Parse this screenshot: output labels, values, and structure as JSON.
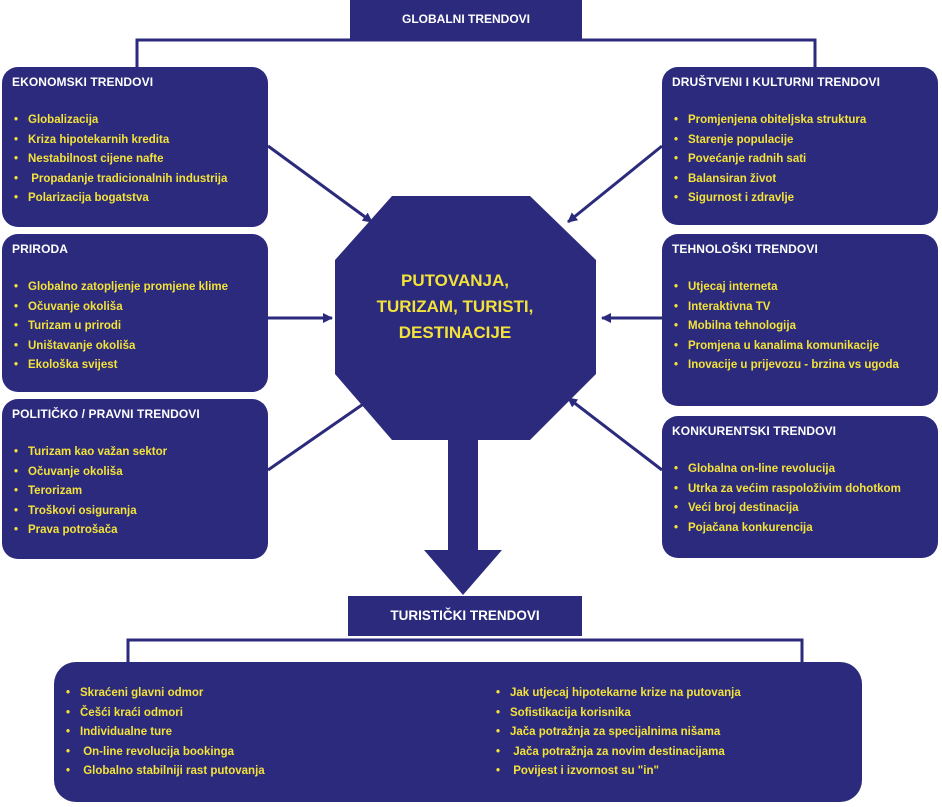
{
  "top_banner": "GLOBALNI TRENDOVI",
  "center": {
    "line1": "PUTOVANJA,",
    "line2": "TURIZAM, TURISTI,",
    "line3": "DESTINACIJE"
  },
  "boxes": {
    "ekonomski": {
      "title": "EKONOMSKI TRENDOVI",
      "items": [
        "Globalizacija",
        "Kriza hipotekarnih kredita",
        "Nestabilnost cijene nafte",
        " Propadanje tradicionalnih industrija",
        "Polarizacija bogatstva"
      ]
    },
    "priroda": {
      "title": "PRIRODA",
      "items": [
        "Globalno zatopljenje promjene klime",
        "Očuvanje okoliša",
        "Turizam u prirodi",
        "Uništavanje okoliša",
        "Ekološka svijest"
      ]
    },
    "politicko": {
      "title": "POLITIČKO / PRAVNI TRENDOVI",
      "items": [
        "Turizam kao važan sektor",
        "Očuvanje okoliša",
        "Terorizam",
        "Troškovi osiguranja",
        "Prava potrošača"
      ]
    },
    "drustveni": {
      "title": "DRUŠTVENI I KULTURNI TRENDOVI",
      "items": [
        "Promjenjena obiteljska struktura",
        "Starenje populacije",
        "Povećanje radnih sati",
        "Balansiran život",
        "Sigurnost i zdravlje"
      ]
    },
    "tehnoloski": {
      "title": "TEHNOLOŠKI TRENDOVI",
      "items": [
        "Utjecaj interneta",
        "Interaktivna TV",
        "Mobilna tehnologija",
        "Promjena u kanalima komunikacije",
        "Inovacije u prijevozu - brzina vs ugoda"
      ]
    },
    "konkurentski": {
      "title": "KONKURENTSKI TRENDOVI",
      "items": [
        "Globalna on-line revolucija",
        "Utrka za većim raspoloživim dohotkom",
        "Veći broj destinacija",
        "Pojačana konkurencija"
      ]
    }
  },
  "bottom_banner": "TURISTIČKI TRENDOVI",
  "bottom": {
    "left_items": [
      "Skraćeni glavni odmor",
      "Češći kraći odmori",
      "Individualne ture",
      " On-line revolucija bookinga",
      " Globalno stabilniji rast putovanja"
    ],
    "right_items": [
      "Jak utjecaj hipotekarne krize na putovanja",
      "Sofistikacija korisnika",
      "Jača potražnja za specijalnima nišama",
      " Jača potražnja za novim destinacijama",
      " Povijest i izvornost su \"in\""
    ]
  },
  "colors": {
    "navy": "#2b2a7c",
    "yellow": "#f3e23a",
    "white": "#ffffff"
  }
}
